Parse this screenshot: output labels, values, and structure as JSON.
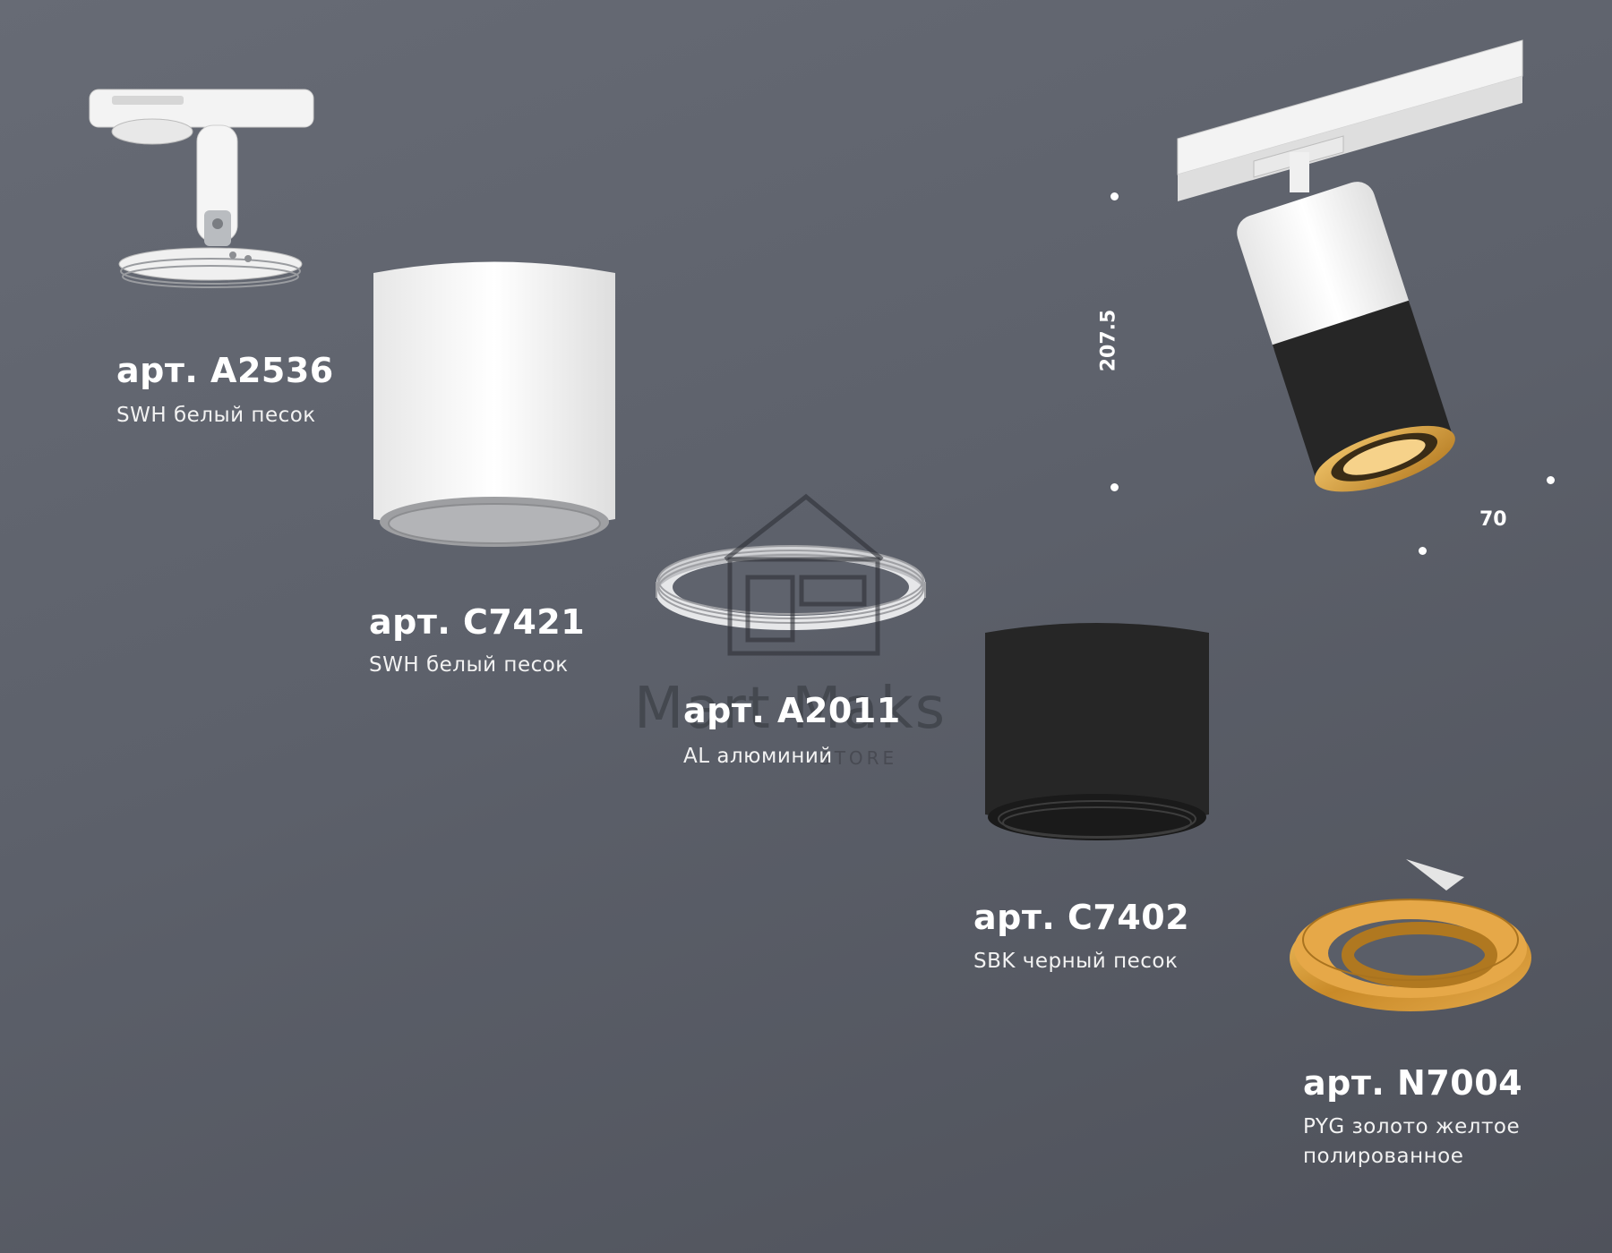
{
  "items": [
    {
      "article": "арт. A2536",
      "finish": "SWH белый песок"
    },
    {
      "article": "арт. C7421",
      "finish": "SWH белый песок"
    },
    {
      "article": "арт. A2011",
      "finish": "AL алюминий"
    },
    {
      "article": "арт. C7402",
      "finish": "SBK черный песок"
    },
    {
      "article": "арт. N7004",
      "finish_line1": "PYG золото желтое",
      "finish_line2": "полированное"
    }
  ],
  "dimensions": {
    "height": "207.5",
    "diameter": "70"
  },
  "watermark": {
    "brand": "Mart Maks",
    "tagline": "STORE"
  },
  "colors": {
    "background": "#5f636d",
    "white_finish": "#f1f1f1",
    "black_finish": "#252525",
    "gold_finish": "#d79a3a",
    "aluminium": "#c9cacd"
  },
  "icons": [
    "track-adapter-icon",
    "white-cylinder-body-icon",
    "aluminium-ring-icon",
    "black-cylinder-body-icon",
    "gold-rotating-frame-icon",
    "assembled-track-light-icon",
    "watermark-store-icon"
  ]
}
